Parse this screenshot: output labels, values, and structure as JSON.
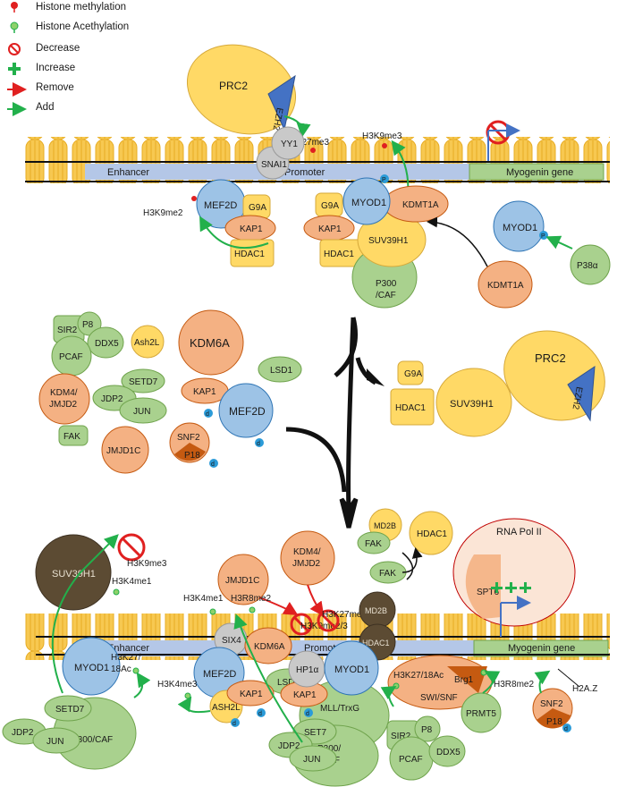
{
  "legend": [
    {
      "label": "Histone methylation",
      "icon": "red-pin-icon"
    },
    {
      "label": "Histone Acethylation",
      "icon": "green-pin-icon"
    },
    {
      "label": "Decrease",
      "icon": "red-prohibit-icon"
    },
    {
      "label": "Increase",
      "icon": "green-plus-icon"
    },
    {
      "label": "Remove",
      "icon": "red-arrow-icon"
    },
    {
      "label": "Add",
      "icon": "green-arrow-icon"
    }
  ],
  "colors": {
    "yellow": "#FFD966",
    "orange": "#F4B183",
    "blue": "#9DC3E6",
    "green": "#A9D18E",
    "gray": "#C9C9C9",
    "dark": "#5C4B33",
    "lightblue_band": "#B4C7E7",
    "green_band": "#A9D18E",
    "red": "#E02020",
    "arrow_green": "#22B04B"
  },
  "top": {
    "enhancer": "Enhancer",
    "promoter": "Promoter",
    "gene": "Myogenin gene",
    "prc2": "PRC2",
    "ezh2": "EZH2",
    "h3k27me3": "H3K27me3",
    "h3k9me3": "H3K9me3",
    "h3k9me2": "H3K9me2",
    "snai1": "SNAI1",
    "yy1": "YY1",
    "mef2d": "MEF2D",
    "g9a_1": "G9A",
    "g9a_2": "G9A",
    "myod1": "MYOD1",
    "kdmt1a": "KDMT1A",
    "kap1_1": "KAP1",
    "kap1_2": "KAP1",
    "hdac1_1": "HDAC1",
    "hdac1_2": "HDAC1",
    "suv39h1": "SUV39H1",
    "p300caf_1": "P300",
    "p300caf_2": "/CAF",
    "myod1_free": "MYOD1",
    "kdmt1a_free": "KDMT1A",
    "p38": "P38α",
    "p_label": "P"
  },
  "middle": {
    "sir2": "SIR2",
    "p8": "P8",
    "pcaf": "PCAF",
    "ddx5": "DDX5",
    "ash2l": "Ash2L",
    "kdm6a": "KDM6A",
    "lsd1": "LSD1",
    "kdm4_1": "KDM4/",
    "kdm4_2": "JMJD2",
    "setd7": "SETD7",
    "jdp2": "JDP2",
    "jun": "JUN",
    "kap1": "KAP1",
    "mef2d": "MEF2D",
    "fak": "FAK",
    "jmjd1c": "JMJD1C",
    "snf2": "SNF2",
    "p18": "P18",
    "d": "d",
    "g9a": "G9A",
    "hdac1": "HDAC1",
    "suv39h1": "SUV39H1",
    "prc2": "PRC2",
    "ezh2": "EZH2"
  },
  "bottom": {
    "suv39h1": "SUV39H1",
    "h3k9me3": "H3K9me3",
    "h3k4me1_a": "H3K4me1",
    "jmjd1c": "JMJD1C",
    "kdm4_1": "KDM4/",
    "kdm4_2": "JMJD2",
    "md2b": "MD2B",
    "fak_1": "FAK",
    "hdac1": "HDAC1",
    "fak_2": "FAK",
    "rnapol": "RNA Pol II",
    "spt6": "SPT6",
    "h3k4me1_b": "H3K4me1",
    "h3r8me2_a": "H3R8me2",
    "h3k9me23": "H3K9me2/3",
    "h3k27me3": "H3K27me3",
    "md2b_dark": "MD2B",
    "hdac1_dark": "HDAC1",
    "enhancer": "Enhancer",
    "promoter": "Promoter",
    "gene": "Myogenin gene",
    "six4": "SIX4",
    "kdm6a": "KDM6A",
    "myod1_a": "MYOD1",
    "h3k27_1": "H3K27/",
    "h3k27_2": "18Ac",
    "mef2d": "MEF2D",
    "hp1a": "HP1α",
    "myod1_b": "MYOD1",
    "h3k27ac": "H3K27/18Ac",
    "brg1": "Brg1",
    "swisnf": "SWI/SNF",
    "h3r8me2_b": "H3R8me2",
    "h3k4me3": "H3K4me3",
    "ash2l": "ASH2L",
    "lsd1": "LSD1",
    "kap1_a": "KAP1",
    "kap1_b": "KAP1",
    "mlltrxg": "MLL/TrxG",
    "setd7": "SETD7",
    "jdp2_a": "JDP2",
    "jun_a": "JUN",
    "p300caf_a": "P300/CAF",
    "set7": "SET7",
    "jdp2_b": "JDP2",
    "jun_b": "JUN",
    "p300caf_b1": "P300/",
    "p300caf_b2": "CAF",
    "sir2": "SIR2",
    "p8": "P8",
    "pcaf": "PCAF",
    "ddx5": "DDX5",
    "prmt5": "PRMT5",
    "snf2": "SNF2",
    "p18": "P18",
    "h2az": "H2A.Z",
    "d": "d"
  }
}
